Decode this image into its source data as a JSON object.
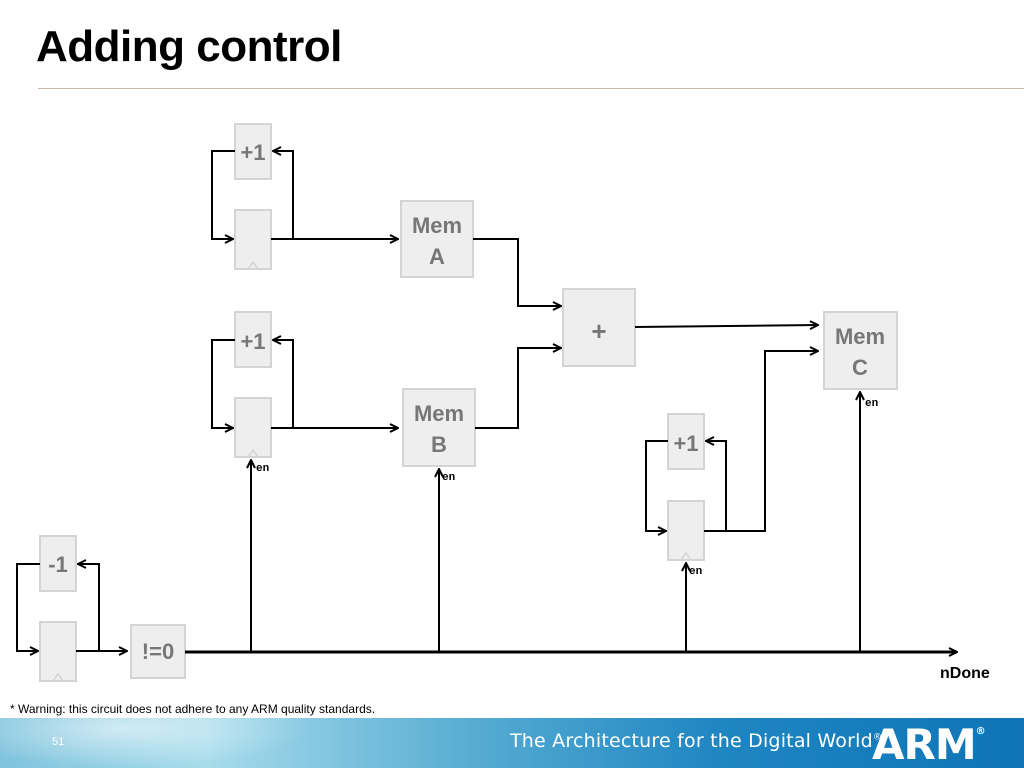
{
  "slide": {
    "title": "Adding control",
    "page_number": "51",
    "warning": "* Warning: this circuit does not adhere to any ARM quality standards.",
    "footer_tagline": "The Architecture for the Digital World",
    "footer_tagline_mark": "®",
    "logo": "ARM",
    "logo_mark": "®"
  },
  "diagram": {
    "inc_a": "+1",
    "inc_b": "+1",
    "inc_c": "+1",
    "dec": "-1",
    "mem_a": [
      "Mem",
      "A"
    ],
    "mem_b": [
      "Mem",
      "B"
    ],
    "mem_c": [
      "Mem",
      "C"
    ],
    "adder": "+",
    "compare": "!=0",
    "en": "en",
    "output": "nDone"
  },
  "colors": {
    "box_fill": "#eeeeee",
    "box_stroke": "#d4d4d4",
    "box_text": "#777777",
    "footer_blue": "#0e74b6"
  }
}
